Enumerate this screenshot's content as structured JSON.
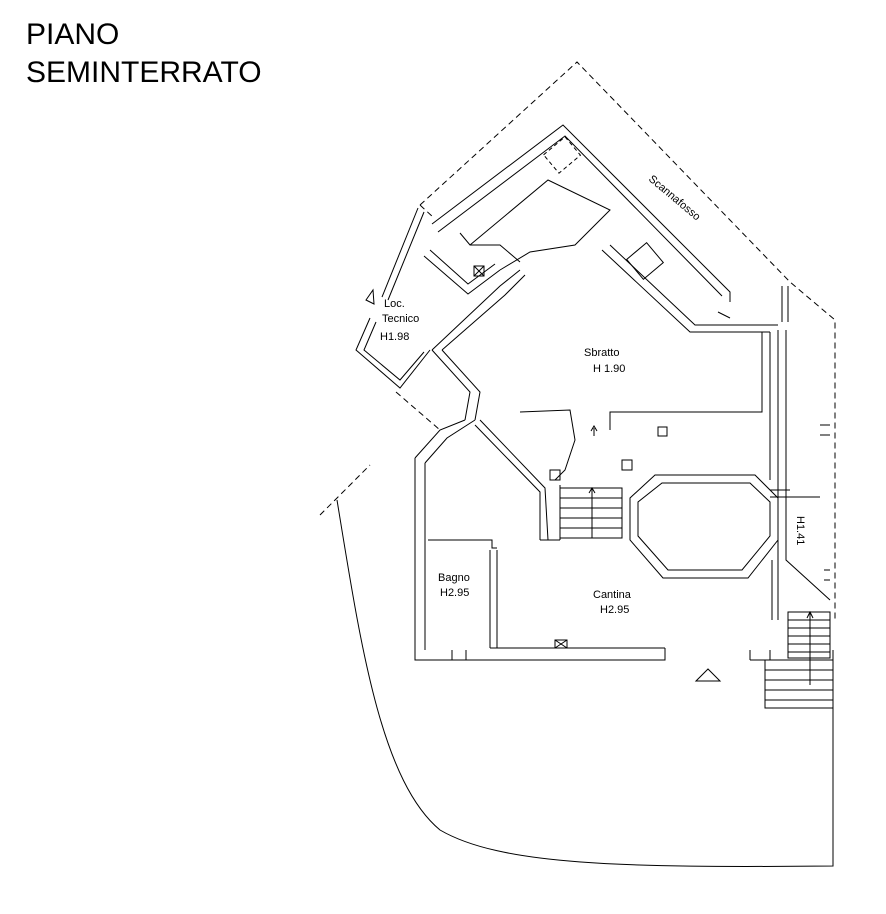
{
  "title": {
    "line1": "PIANO",
    "line2": "SEMINTERRATO"
  },
  "labels": {
    "scannafosso": "Scannafosso",
    "loc": "Loc.",
    "tecnico": "Tecnico",
    "h_loc": "H1.98",
    "sbratto": "Sbratto",
    "h_sbratto": "H 1.90",
    "h_side": "H1.41",
    "bagno": "Bagno",
    "h_bagno": "H2.95",
    "cantina": "Cantina",
    "h_cantina": "H2.95"
  },
  "colors": {
    "line": "#000000",
    "background": "#ffffff"
  }
}
